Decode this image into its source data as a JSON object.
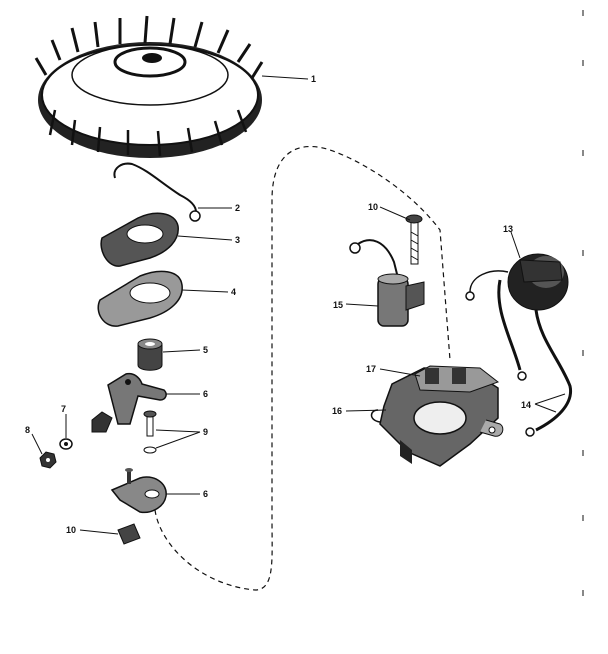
{
  "diagram": {
    "parts": [
      {
        "id": "flywheel",
        "label": "1"
      },
      {
        "id": "retainer-spring",
        "label": "2"
      },
      {
        "id": "dust-cover",
        "label": "3"
      },
      {
        "id": "gasket",
        "label": "4"
      },
      {
        "id": "cam",
        "label": "5"
      },
      {
        "id": "breaker-arm",
        "label": "6"
      },
      {
        "id": "pivot-pin",
        "label": "7"
      },
      {
        "id": "nut",
        "label": "8"
      },
      {
        "id": "screws",
        "label": "9"
      },
      {
        "id": "breaker-point-bracket",
        "label": "6"
      },
      {
        "id": "terminal-clip",
        "label": "10"
      },
      {
        "id": "condenser-screw",
        "label": "10"
      },
      {
        "id": "condenser",
        "label": "15"
      },
      {
        "id": "ignition-coil",
        "label": "13"
      },
      {
        "id": "coil-lead-wires",
        "label": "14"
      },
      {
        "id": "mounting-bracket",
        "label": "17"
      },
      {
        "id": "stator-plate",
        "label": "16"
      }
    ]
  }
}
